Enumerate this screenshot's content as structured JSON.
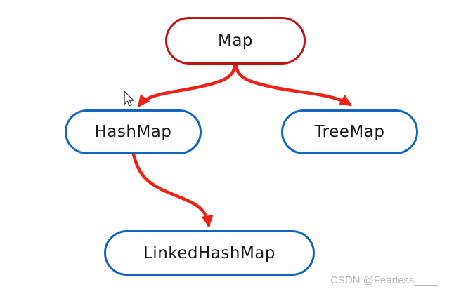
{
  "diagram": {
    "nodes": [
      {
        "id": "map",
        "label": "Map",
        "border_color": "#c01210"
      },
      {
        "id": "hashmap",
        "label": "HashMap",
        "border_color": "#1565c0"
      },
      {
        "id": "treemap",
        "label": "TreeMap",
        "border_color": "#1565c0"
      },
      {
        "id": "linkedhashmap",
        "label": "LinkedHashMap",
        "border_color": "#1565c0"
      }
    ],
    "edges": [
      {
        "from": "Map",
        "to": "HashMap"
      },
      {
        "from": "Map",
        "to": "TreeMap"
      },
      {
        "from": "HashMap",
        "to": "LinkedHashMap"
      }
    ],
    "arrow_color": "#ed2115",
    "node_fill": "#ffffff",
    "text_color": "#1a1a1a"
  },
  "cursor": {
    "type": "arrow-pointer"
  },
  "watermark": {
    "text": "CSDN @Fearless____"
  }
}
